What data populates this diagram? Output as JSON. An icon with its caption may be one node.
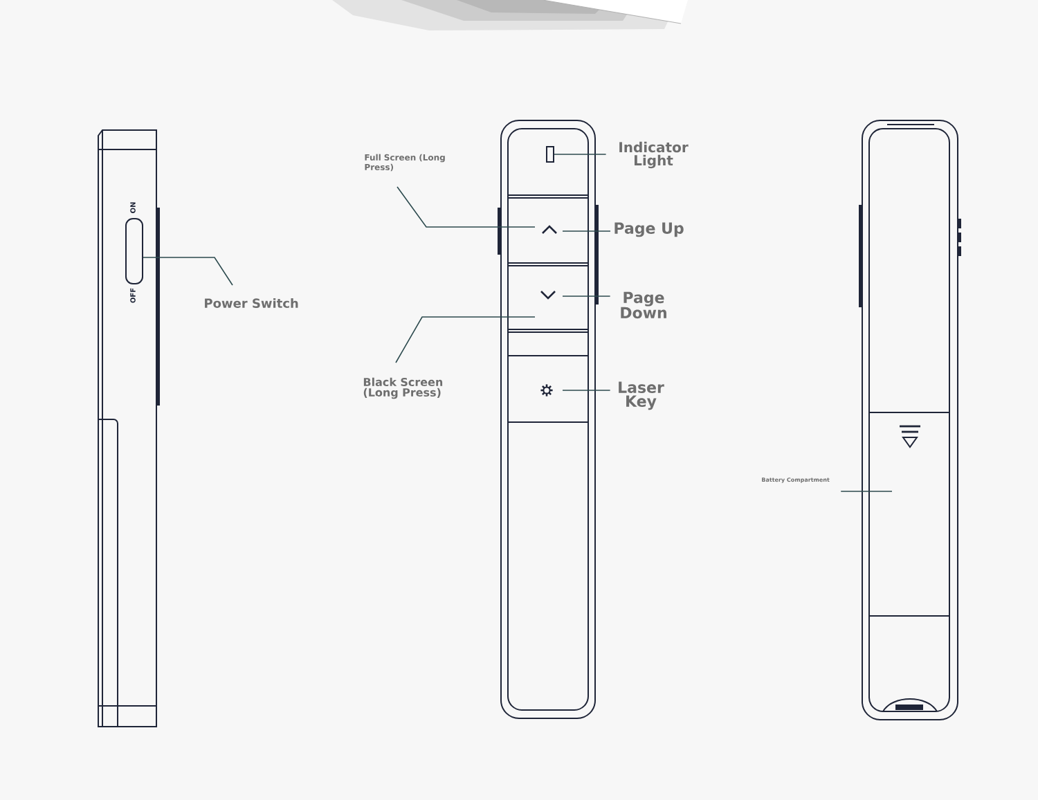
{
  "diagram": {
    "nodes": [
      {
        "text": [
          "Power Switch"
        ]
      },
      {
        "text": [
          "Full Screen (Long Press)"
        ]
      },
      {
        "text": [
          "Indicator Light"
        ]
      },
      {
        "text": [
          "Page Up"
        ]
      },
      {
        "text": [
          "Page Down"
        ]
      },
      {
        "text": [
          "Black Screen (Long Press)"
        ]
      },
      {
        "text": [
          "Laser Key"
        ]
      },
      {
        "text": [
          "Battery Compartment"
        ]
      },
      {
        "text": [],
        "shape": "box",
        "beside": [
          "ON",
          "OFF"
        ]
      },
      {
        "text": [],
        "shape": "box"
      },
      {
        "text": [],
        "shape": "box"
      },
      {
        "text": [],
        "shape": "box"
      },
      {
        "text": [],
        "shape": "box"
      },
      {
        "text": [],
        "shape": "box"
      }
    ],
    "edges": [
      {
        "from": 0,
        "to": 8,
        "arrow": "none"
      },
      {
        "from": 1,
        "to": 10,
        "arrow": "none"
      },
      {
        "from": 2,
        "to": 9,
        "arrow": "none"
      },
      {
        "from": 3,
        "to": 10,
        "arrow": "none"
      },
      {
        "from": 4,
        "to": 11,
        "arrow": "none"
      },
      {
        "from": 5,
        "to": 11,
        "arrow": "none"
      },
      {
        "from": 6,
        "to": 12,
        "arrow": "none"
      },
      {
        "from": 7,
        "to": 13,
        "arrow": "none"
      }
    ]
  }
}
